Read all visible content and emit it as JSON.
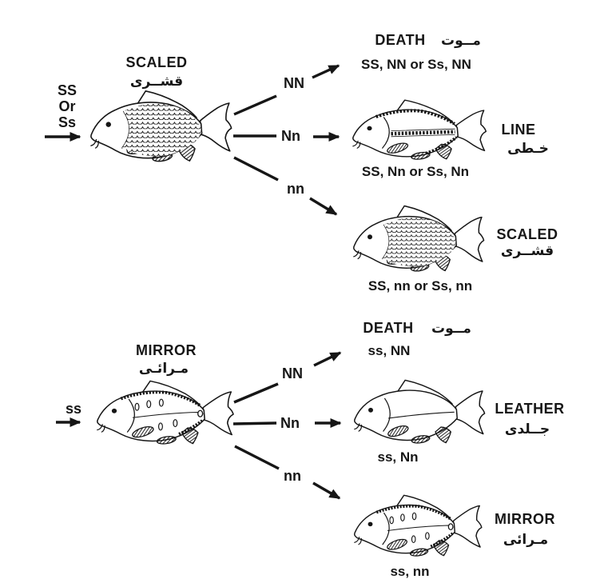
{
  "colors": {
    "ink": "#161616",
    "paper": "#ffffff"
  },
  "cross1": {
    "parent": {
      "genotype_line1": "SS",
      "genotype_line2": "Or",
      "genotype_line3": "Ss",
      "type": "SCALED",
      "type_ar": "قشــرى"
    },
    "branches": {
      "NN": "NN",
      "Nn": "Nn",
      "nn": "nn"
    },
    "outcomes": {
      "death": {
        "label": "DEATH",
        "label_ar": "مــوت",
        "genotypes": "SS, NN or Ss, NN"
      },
      "line": {
        "label": "LINE",
        "label_ar": "خـطى",
        "genotypes": "SS, Nn or Ss, Nn"
      },
      "scaled": {
        "label": "SCALED",
        "label_ar": "قشــرى",
        "genotypes": "SS, nn or Ss, nn"
      }
    }
  },
  "cross2": {
    "parent": {
      "genotype": "ss",
      "type": "MIRROR",
      "type_ar": "مـرائـى"
    },
    "branches": {
      "NN": "NN",
      "Nn": "Nn",
      "nn": "nn"
    },
    "outcomes": {
      "death": {
        "label": "DEATH",
        "label_ar": "مــوت",
        "genotypes": "ss, NN"
      },
      "leather": {
        "label": "LEATHER",
        "label_ar": "جــلدى",
        "genotypes": "ss, Nn"
      },
      "mirror": {
        "label": "MIRROR",
        "label_ar": "مـرائى",
        "genotypes": "ss, nn"
      }
    }
  }
}
